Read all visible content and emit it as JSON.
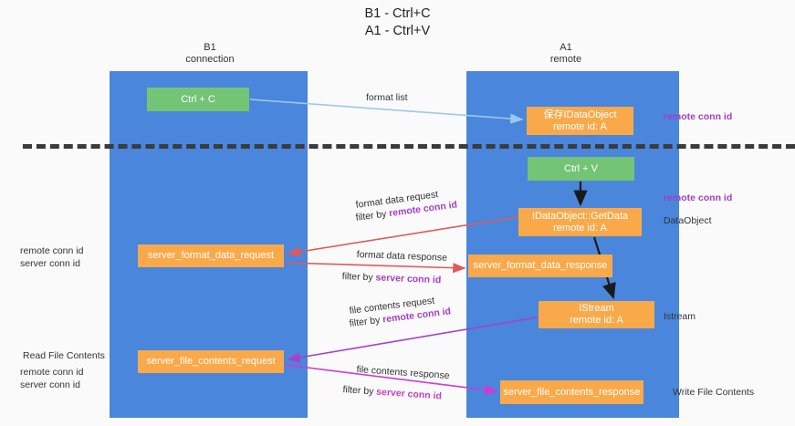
{
  "title": "B1 - Ctrl+C\nA1 - Ctrl+V",
  "lanes": {
    "left": {
      "header": "B1\nconnection"
    },
    "right": {
      "header": "A1\nremote"
    }
  },
  "boxes": {
    "ctrl_c": "Ctrl + C",
    "store_dataobject": "保存IDataObject\nremote id: A",
    "ctrl_v": "Ctrl + V",
    "getdata": "IDataObject::GetData\nremote id: A",
    "server_format_data_request": "server_format_data_request",
    "server_format_data_response": "server_format_data_response",
    "istream": "IStream\nremote id: A",
    "server_file_contents_request": "server_file_contents_request",
    "server_file_contents_response": "server_file_contents_response"
  },
  "arrow_labels": {
    "format_list": "format list",
    "format_data_request": "format data request",
    "filter_by_prefix": "filter by ",
    "remote_conn_id": "remote conn id",
    "server_conn_id": "server conn id",
    "format_data_response": "format data response",
    "file_contents_request": "file contents request",
    "file_contents_response": "file contents response"
  },
  "side_notes": {
    "right_remote_conn_id_top": "remote conn id",
    "right_remote_conn_id_mid": "remote conn id",
    "right_dataobject": "DataObject",
    "right_istream": "Istream",
    "right_write_file_contents": "Write File Contents",
    "left_remote_conn_id_mid": "remote conn id",
    "left_server_conn_id_mid": "server conn id",
    "left_read_file_contents": "Read File Contents",
    "left_remote_conn_id_bottom": "remote conn id",
    "left_server_conn_id_bottom": "server conn id"
  },
  "colors": {
    "lane": "#4a86db",
    "green_box": "#74c476",
    "orange_box": "#f9a94a",
    "purple_text": "#a13fc4",
    "green_text": "#5bb85b",
    "magenta_text": "#c23fc4",
    "arrow_blue": "#9dc8ec",
    "arrow_red": "#e05a5a",
    "arrow_black": "#1a1a1a",
    "arrow_magenta": "#d03ad0",
    "arrow_purple": "#a83fd0",
    "background": "#fafafa",
    "divider": "#3b3b3b"
  }
}
